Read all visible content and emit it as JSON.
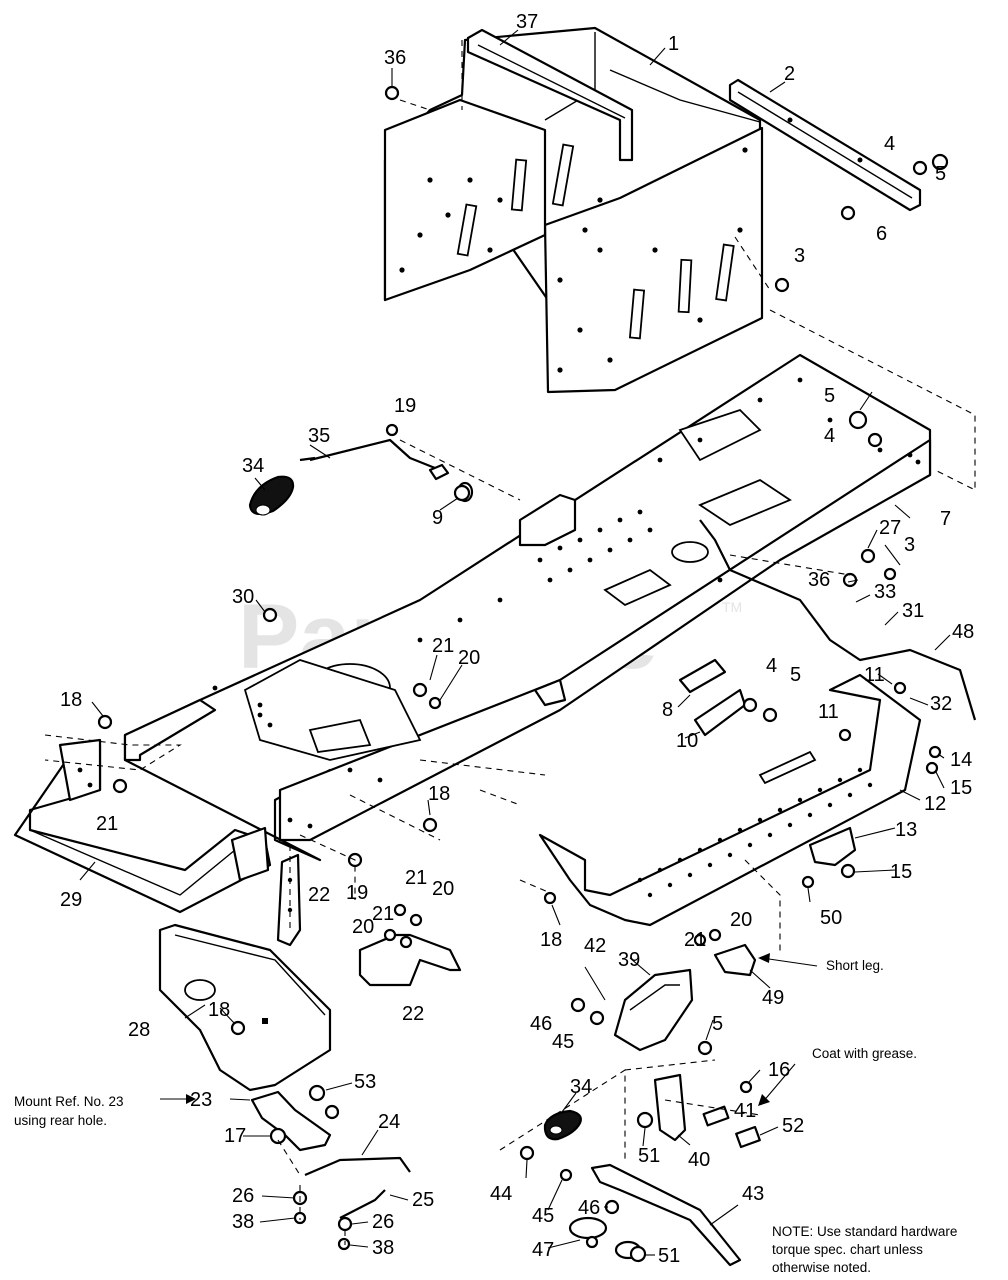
{
  "watermark": {
    "text": "PartsTree",
    "tm": "TM"
  },
  "callouts": [
    {
      "id": "c-37",
      "label": "37"
    },
    {
      "id": "c-1",
      "label": "1"
    },
    {
      "id": "c-36a",
      "label": "36"
    },
    {
      "id": "c-2",
      "label": "2"
    },
    {
      "id": "c-4a",
      "label": "4"
    },
    {
      "id": "c-5a",
      "label": "5"
    },
    {
      "id": "c-6",
      "label": "6"
    },
    {
      "id": "c-3a",
      "label": "3"
    },
    {
      "id": "c-19a",
      "label": "19"
    },
    {
      "id": "c-5b",
      "label": "5"
    },
    {
      "id": "c-4b",
      "label": "4"
    },
    {
      "id": "c-35",
      "label": "35"
    },
    {
      "id": "c-34a",
      "label": "34"
    },
    {
      "id": "c-9",
      "label": "9"
    },
    {
      "id": "c-7",
      "label": "7"
    },
    {
      "id": "c-27",
      "label": "27"
    },
    {
      "id": "c-3b",
      "label": "3"
    },
    {
      "id": "c-36b",
      "label": "36"
    },
    {
      "id": "c-33",
      "label": "33"
    },
    {
      "id": "c-31",
      "label": "31"
    },
    {
      "id": "c-48",
      "label": "48"
    },
    {
      "id": "c-30",
      "label": "30"
    },
    {
      "id": "c-21a",
      "label": "21"
    },
    {
      "id": "c-20a",
      "label": "20"
    },
    {
      "id": "c-11a",
      "label": "11"
    },
    {
      "id": "c-32",
      "label": "32"
    },
    {
      "id": "c-4c",
      "label": "4"
    },
    {
      "id": "c-5c",
      "label": "5"
    },
    {
      "id": "c-8",
      "label": "8"
    },
    {
      "id": "c-10",
      "label": "10"
    },
    {
      "id": "c-11b",
      "label": "11"
    },
    {
      "id": "c-14",
      "label": "14"
    },
    {
      "id": "c-15a",
      "label": "15"
    },
    {
      "id": "c-18a",
      "label": "18"
    },
    {
      "id": "c-21b",
      "label": "21"
    },
    {
      "id": "c-18b",
      "label": "18"
    },
    {
      "id": "c-12",
      "label": "12"
    },
    {
      "id": "c-13",
      "label": "13"
    },
    {
      "id": "c-15b",
      "label": "15"
    },
    {
      "id": "c-29",
      "label": "29"
    },
    {
      "id": "c-22a",
      "label": "22"
    },
    {
      "id": "c-19b",
      "label": "19"
    },
    {
      "id": "c-21c",
      "label": "21"
    },
    {
      "id": "c-20b",
      "label": "20"
    },
    {
      "id": "c-20c",
      "label": "20"
    },
    {
      "id": "c-21d",
      "label": "21"
    },
    {
      "id": "c-50",
      "label": "50"
    },
    {
      "id": "c-18c",
      "label": "18"
    },
    {
      "id": "c-21e",
      "label": "21"
    },
    {
      "id": "c-20d",
      "label": "20"
    },
    {
      "id": "c-22b",
      "label": "22"
    },
    {
      "id": "c-42",
      "label": "42"
    },
    {
      "id": "c-39",
      "label": "39"
    },
    {
      "id": "c-49",
      "label": "49"
    },
    {
      "id": "c-28",
      "label": "28"
    },
    {
      "id": "c-18d",
      "label": "18"
    },
    {
      "id": "c-46a",
      "label": "46"
    },
    {
      "id": "c-45a",
      "label": "45"
    },
    {
      "id": "c-5d",
      "label": "5"
    },
    {
      "id": "c-53",
      "label": "53"
    },
    {
      "id": "c-23",
      "label": "23"
    },
    {
      "id": "c-16",
      "label": "16"
    },
    {
      "id": "c-41",
      "label": "41"
    },
    {
      "id": "c-34b",
      "label": "34"
    },
    {
      "id": "c-17",
      "label": "17"
    },
    {
      "id": "c-24",
      "label": "24"
    },
    {
      "id": "c-51a",
      "label": "51"
    },
    {
      "id": "c-40",
      "label": "40"
    },
    {
      "id": "c-52",
      "label": "52"
    },
    {
      "id": "c-26a",
      "label": "26"
    },
    {
      "id": "c-25",
      "label": "25"
    },
    {
      "id": "c-44",
      "label": "44"
    },
    {
      "id": "c-43",
      "label": "43"
    },
    {
      "id": "c-38a",
      "label": "38"
    },
    {
      "id": "c-26b",
      "label": "26"
    },
    {
      "id": "c-45b",
      "label": "45"
    },
    {
      "id": "c-46b",
      "label": "46"
    },
    {
      "id": "c-47",
      "label": "47"
    },
    {
      "id": "c-38b",
      "label": "38"
    },
    {
      "id": "c-51b",
      "label": "51"
    }
  ],
  "notes": {
    "short_leg": "Short leg.",
    "coat_grease": "Coat with grease.",
    "mount_line1": "Mount Ref. No. 23",
    "mount_line2": "using rear hole.",
    "footnote_line1": "NOTE: Use standard hardware",
    "footnote_line2": "torque spec. chart unless",
    "footnote_line3": "otherwise noted."
  }
}
